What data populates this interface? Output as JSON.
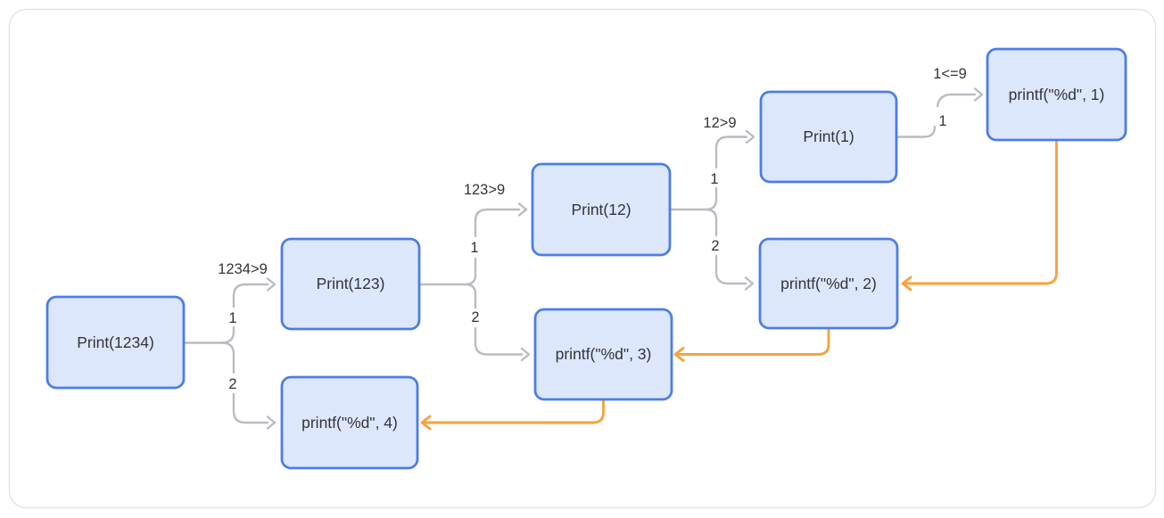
{
  "diagram": {
    "nodes": {
      "print_1234": "Print(1234)",
      "print_123": "Print(123)",
      "print_12": "Print(12)",
      "print_1": "Print(1)",
      "printf_1": "printf(\"%d\", 1)",
      "printf_2": "printf(\"%d\", 2)",
      "printf_3": "printf(\"%d\", 3)",
      "printf_4": "printf(\"%d\", 4)"
    },
    "edge_labels": {
      "cond_1234": "1234>9",
      "branch_1234_first": "1",
      "branch_1234_second": "2",
      "cond_123": "123>9",
      "branch_123_first": "1",
      "branch_123_second": "2",
      "cond_12": "12>9",
      "branch_12_first": "1",
      "branch_12_second": "2",
      "cond_1": "1<=9",
      "branch_1_first": "1"
    },
    "colors": {
      "node_border": "#4b7de9",
      "node_fill": "#dde7fc",
      "call_arrow": "#b9bcc2",
      "return_arrow": "#f9a23c",
      "text": "#33343a",
      "frame_border": "#e3e4ea",
      "background": "#ffffff"
    }
  }
}
